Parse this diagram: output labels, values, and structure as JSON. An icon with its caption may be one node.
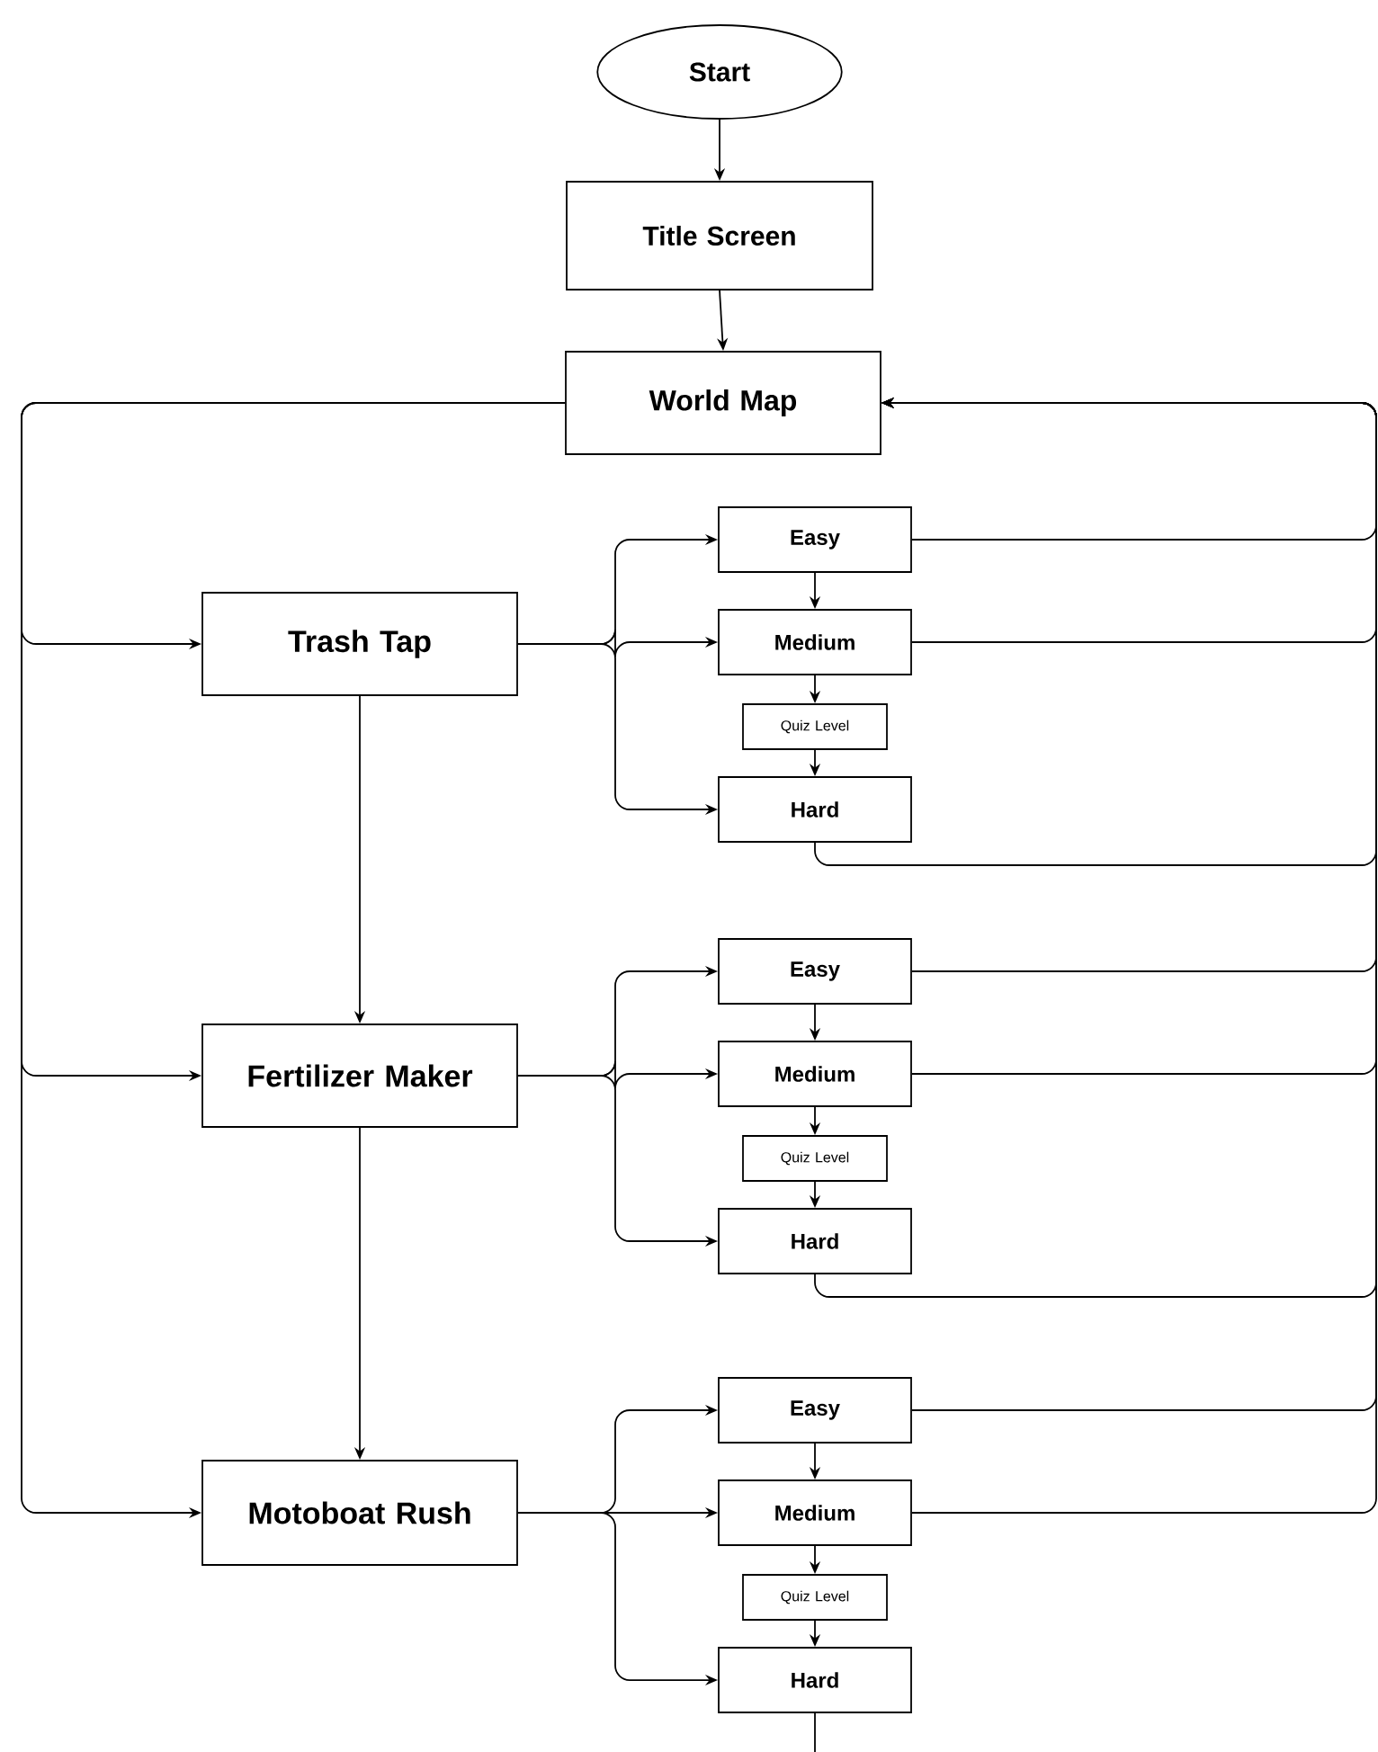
{
  "diagram": {
    "nodes": [
      {
        "text": [
          "Start"
        ]
      },
      {
        "text": [
          "Title Screen"
        ]
      },
      {
        "text": [
          "World Map"
        ]
      },
      {
        "text": [
          "Trash Tap"
        ]
      },
      {
        "text": [
          "Easy"
        ]
      },
      {
        "text": [
          "Medium"
        ]
      },
      {
        "text": [
          "Quiz Level"
        ]
      },
      {
        "text": [
          "Hard"
        ]
      },
      {
        "text": [
          "Fertilizer Maker"
        ]
      },
      {
        "text": [
          "Easy"
        ]
      },
      {
        "text": [
          "Medium"
        ]
      },
      {
        "text": [
          "Quiz Level"
        ]
      },
      {
        "text": [
          "Hard"
        ]
      },
      {
        "text": [
          "Motoboat Rush"
        ]
      },
      {
        "text": [
          "Easy"
        ]
      },
      {
        "text": [
          "Medium"
        ]
      },
      {
        "text": [
          "Quiz Level"
        ]
      },
      {
        "text": [
          "Hard"
        ]
      }
    ],
    "edges": [
      {
        "from": 0,
        "to": 1,
        "arrow": "to"
      },
      {
        "from": 1,
        "to": 2,
        "arrow": "to"
      },
      {
        "from": 2,
        "to": 3,
        "arrow": "to"
      },
      {
        "from": 2,
        "to": 8,
        "arrow": "to"
      },
      {
        "from": 2,
        "to": 13,
        "arrow": "to"
      },
      {
        "from": 3,
        "to": 4,
        "arrow": "to"
      },
      {
        "from": 3,
        "to": 5,
        "arrow": "to"
      },
      {
        "from": 3,
        "to": 7,
        "arrow": "to"
      },
      {
        "from": 4,
        "to": 5,
        "arrow": "to"
      },
      {
        "from": 5,
        "to": 6,
        "arrow": "to"
      },
      {
        "from": 6,
        "to": 7,
        "arrow": "to"
      },
      {
        "from": 3,
        "to": 8,
        "arrow": "to"
      },
      {
        "from": 8,
        "to": 9,
        "arrow": "to"
      },
      {
        "from": 8,
        "to": 10,
        "arrow": "to"
      },
      {
        "from": 8,
        "to": 12,
        "arrow": "to"
      },
      {
        "from": 9,
        "to": 10,
        "arrow": "to"
      },
      {
        "from": 10,
        "to": 11,
        "arrow": "to"
      },
      {
        "from": 11,
        "to": 12,
        "arrow": "to"
      },
      {
        "from": 8,
        "to": 13,
        "arrow": "to"
      },
      {
        "from": 13,
        "to": 14,
        "arrow": "to"
      },
      {
        "from": 13,
        "to": 15,
        "arrow": "to"
      },
      {
        "from": 13,
        "to": 17,
        "arrow": "to"
      },
      {
        "from": 14,
        "to": 15,
        "arrow": "to"
      },
      {
        "from": 15,
        "to": 16,
        "arrow": "to"
      },
      {
        "from": 16,
        "to": 17,
        "arrow": "to"
      },
      {
        "from": 4,
        "to": 2,
        "arrow": "to"
      },
      {
        "from": 5,
        "to": 2,
        "arrow": "to"
      },
      {
        "from": 7,
        "to": 2,
        "arrow": "to"
      },
      {
        "from": 9,
        "to": 2,
        "arrow": "to"
      },
      {
        "from": 10,
        "to": 2,
        "arrow": "to"
      },
      {
        "from": 12,
        "to": 2,
        "arrow": "to"
      },
      {
        "from": 14,
        "to": 2,
        "arrow": "to"
      },
      {
        "from": 15,
        "to": 2,
        "arrow": "to"
      },
      {
        "from": 17,
        "to": null,
        "arrow": "none"
      }
    ]
  }
}
